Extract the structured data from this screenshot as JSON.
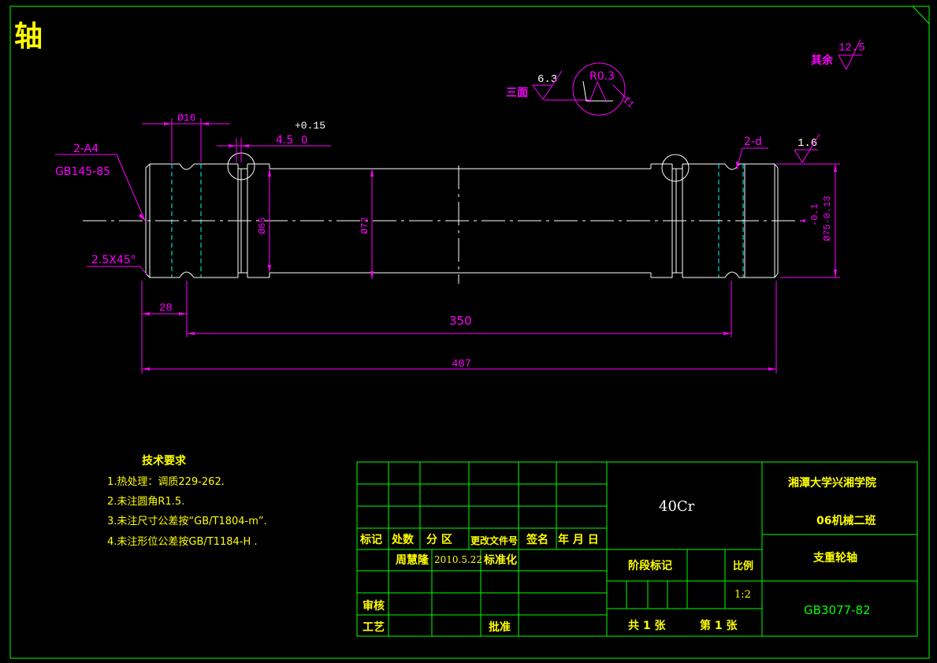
{
  "title": "轴",
  "surface": {
    "three_faces_label": "三面",
    "three_faces_value": "6.3",
    "fillet_detail": "R0.3",
    "detail_extra": "I1",
    "rest_label": "其余",
    "rest_value": "12.5",
    "right_end_value": "1.6"
  },
  "dims": {
    "d16": "Ø16",
    "tol_plus": "+0.15",
    "tol_len": "4.5",
    "tol_zero": "0",
    "center_hole": "2-A4",
    "center_std": "GB145-85",
    "chamfer": "2.5X45°",
    "groove": "2-d",
    "d65": "Ø65",
    "d72": "Ø72",
    "d75_tol_upper": "-0.1",
    "d75": "Ø75-0.13",
    "len28": "28",
    "len350": "350",
    "len407": "407"
  },
  "tech_notes": {
    "heading": "技术要求",
    "items": [
      "1.热处理：调质229-262.",
      "2.未注圆角R1.5.",
      "3.未注尺寸公差按“GB/T1804-m”.",
      "4.未注形位公差按GB/T1184-H ."
    ]
  },
  "title_block": {
    "material": "40Cr",
    "school": "湘潭大学兴湘学院",
    "class_name": "06机械二班",
    "part_name": "支重轮轴",
    "drawing_no": "GB3077-82",
    "hdr_mark": "标记",
    "hdr_count": "处数",
    "hdr_zone": "分 区",
    "hdr_change_doc": "更改文件号",
    "hdr_sign": "签名",
    "hdr_date": "年 月 日",
    "designer": "周慧隆",
    "design_date": "2010.5.22",
    "standardization": "标准化",
    "stage_mark": "阶段标记",
    "scale_label": "比例",
    "scale": "1:2",
    "review": "审核",
    "process": "工艺",
    "approve": "批准",
    "total_sheets": "共 1 张",
    "sheet_no": "第 1 张"
  }
}
